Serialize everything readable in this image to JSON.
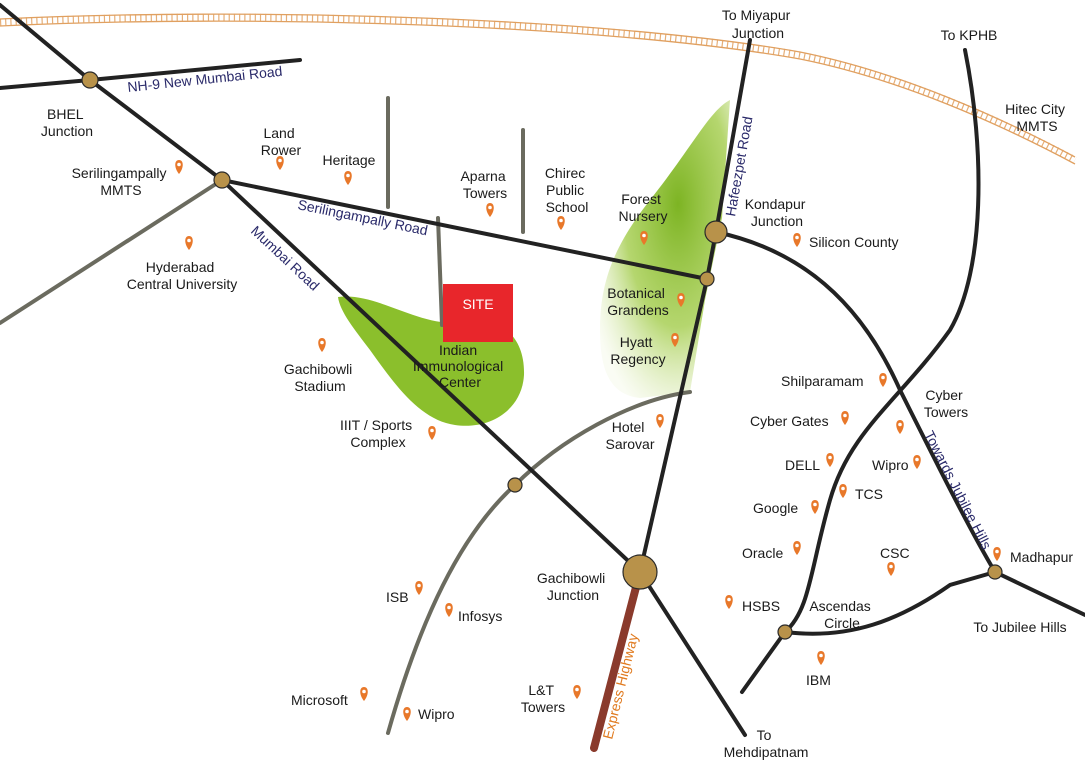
{
  "colors": {
    "road_main": "#222222",
    "road_secondary": "#6b6b5f",
    "road_gray": "#777777",
    "express_highway": "#8a3a2c",
    "green_area": "#8bbf2c",
    "site": "#e8262b",
    "pin": "#e8782a",
    "junction": "#b8924a",
    "railway": "#e0a060",
    "road_label": "#2a2a6a",
    "highway_label": "#e07a1f"
  },
  "roads": {
    "nh9": "NH-9 New Mumbai Road",
    "serilingampally": "Serilingampally Road",
    "mumbai": "Mumbai Road",
    "hafeezpet": "Hafeezpet Road",
    "towards_jubilee": "Towards Jubilee Hills",
    "express": "Express Highway"
  },
  "site": {
    "label": "SITE",
    "neighbor_line1": "Indian",
    "neighbor_line2": "Immunological",
    "neighbor_line3": "Center"
  },
  "junctions": {
    "bhel": [
      "BHEL",
      "Junction"
    ],
    "kondapur": [
      "Kondapur",
      "Junction"
    ],
    "gachibowli": [
      "Gachibowli",
      "Junction"
    ],
    "ascendas": [
      "Ascendas",
      "Circle"
    ]
  },
  "directions": {
    "miyapur": [
      "To Miyapur",
      "Junction"
    ],
    "kphb": "To KPHB",
    "hitec": [
      "Hitec City",
      "MMTS"
    ],
    "jubilee": "To Jubilee Hills",
    "mehdipatnam": [
      "To",
      "Mehdipatnam"
    ]
  },
  "places": {
    "serilingampally_mmts": [
      "Serilingampally",
      "MMTS"
    ],
    "land_rower": [
      "Land",
      "Rower"
    ],
    "heritage": "Heritage",
    "aparna": [
      "Aparna",
      "Towers"
    ],
    "chirec": [
      "Chirec",
      "Public",
      "School"
    ],
    "forest": [
      "Forest",
      "Nursery"
    ],
    "silicon_county": "Silicon County",
    "hcu": [
      "Hyderabad",
      "Central University"
    ],
    "botanical": [
      "Botanical",
      "Grandens"
    ],
    "hyatt": [
      "Hyatt",
      "Regency"
    ],
    "gachibowli_stadium": [
      "Gachibowli",
      "Stadium"
    ],
    "shilparamam": "Shilparamam",
    "cyber_towers": [
      "Cyber",
      "Towers"
    ],
    "cyber_gates": "Cyber Gates",
    "iiit": [
      "IIIT /  Sports",
      "Complex"
    ],
    "hotel_sarovar": [
      "Hotel",
      "Sarovar"
    ],
    "dell": "DELL",
    "wipro_east": "Wipro",
    "tcs": "TCS",
    "google": "Google",
    "oracle": "Oracle",
    "csc": "CSC",
    "madhapur": "Madhapur",
    "isb": "ISB",
    "infosys": "Infosys",
    "hsbs": "HSBS",
    "ibm": "IBM",
    "microsoft": "Microsoft",
    "wipro_south": "Wipro",
    "lt_towers": [
      "L&T",
      "Towers"
    ]
  }
}
